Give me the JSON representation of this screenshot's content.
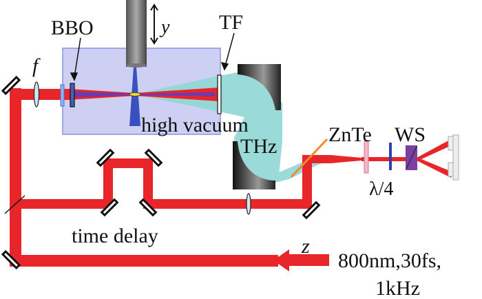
{
  "labels": {
    "bbo": "BBO",
    "y_axis": "y",
    "tf": "TF",
    "f": "f",
    "high_vacuum": "high vacuum",
    "thz": "THz",
    "znte": "ZnTe",
    "ws": "WS",
    "quarter_wave": "λ/4",
    "time_delay": "time delay",
    "z_axis": "z",
    "laser_line1": "800nm,30fs,",
    "laser_line2": "1kHz"
  },
  "colors": {
    "beam": "#e8262a",
    "thz": "#8fd6d4",
    "chamber": "#c9cdf0",
    "znte": "#f08a2c",
    "ws": "#7a3fa0"
  }
}
